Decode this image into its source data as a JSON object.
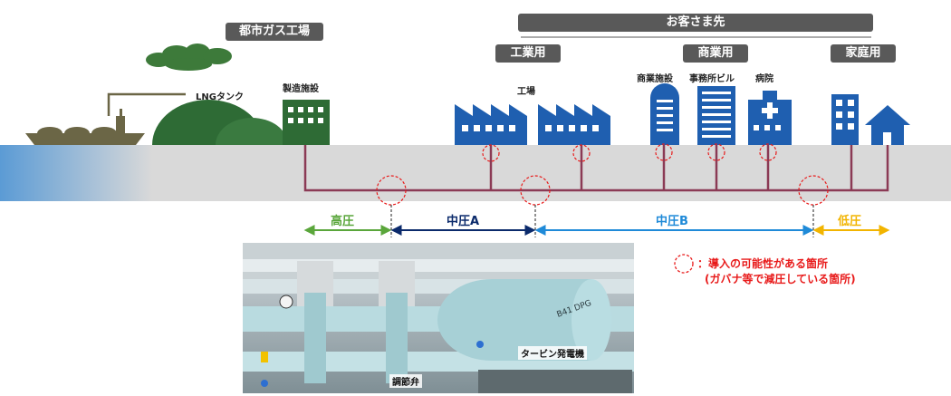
{
  "tags": {
    "city_gas_plant": "都市ガス工場",
    "customers": "お客さま先",
    "industrial": "工業用",
    "commercial": "商業用",
    "residential": "家庭用"
  },
  "facility_labels": {
    "lng_tank": "LNGタンク",
    "manufacturing": "製造施設",
    "factory": "工場",
    "commercial_facility": "商業施設",
    "office_building": "事務所ビル",
    "hospital": "病院"
  },
  "pressure": {
    "high": "高圧",
    "medium_a": "中圧A",
    "medium_b": "中圧B",
    "low": "低圧"
  },
  "colors": {
    "high": "#5aa63b",
    "medium_a": "#0b2a6b",
    "medium_b": "#1f8ad8",
    "low": "#f2b400",
    "pipe": "#8b3a55",
    "building_blue": "#1f5fb0",
    "plant_green": "#2e6b35",
    "marker": "#e81a1a"
  },
  "photo": {
    "control_valve": "調節弁",
    "turbine_generator": "タービン発電機",
    "equipment_marking": "B41 DPG"
  },
  "legend": {
    "line1": "：導入の可能性がある箇所",
    "line2": "(ガバナ等で減圧している箇所)"
  }
}
